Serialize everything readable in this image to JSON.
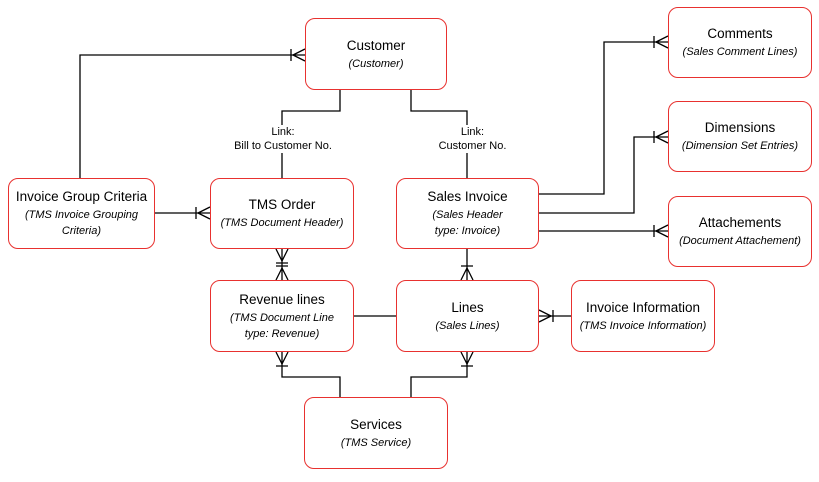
{
  "nodes": {
    "customer": {
      "title": "Customer",
      "subtitle": "(Customer)"
    },
    "comments": {
      "title": "Comments",
      "subtitle": "(Sales Comment Lines)"
    },
    "dimensions": {
      "title": "Dimensions",
      "subtitle": "(Dimension Set Entries)"
    },
    "attachements": {
      "title": "Attachements",
      "subtitle": "(Document Attachement)"
    },
    "invoice_group_criteria": {
      "title": "Invoice Group Criteria",
      "subtitle": "(TMS Invoice Grouping\nCriteria)"
    },
    "tms_order": {
      "title": "TMS Order",
      "subtitle": "(TMS Document Header)"
    },
    "sales_invoice": {
      "title": "Sales Invoice",
      "subtitle": "(Sales Header\ntype: Invoice)"
    },
    "revenue_lines": {
      "title": "Revenue lines",
      "subtitle": "(TMS Document Line\ntype: Revenue)"
    },
    "lines": {
      "title": "Lines",
      "subtitle": "(Sales Lines)"
    },
    "invoice_information": {
      "title": "Invoice Information",
      "subtitle": "(TMS Invoice Information)"
    },
    "services": {
      "title": "Services",
      "subtitle": "(TMS Service)"
    }
  },
  "edge_labels": {
    "bill_to": "Link:\nBill to Customer No.",
    "customer_no": "Link:\nCustomer No."
  },
  "colors": {
    "node_border": "#e8312f",
    "line": "#000000"
  }
}
